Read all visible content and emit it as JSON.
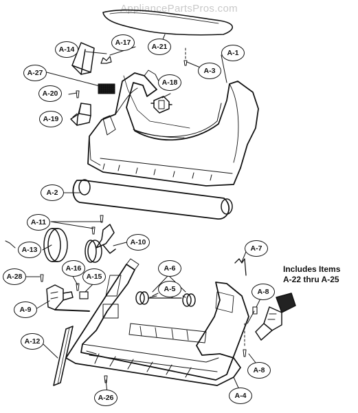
{
  "watermark": "AppliancePartsPros.com",
  "note": {
    "line1": "Includes Items",
    "line2": "A-22 thru A-25"
  },
  "callouts": {
    "a1": "A-1",
    "a2": "A-2",
    "a3": "A-3",
    "a4": "A-4",
    "a5": "A-5",
    "a6": "A-6",
    "a7": "A-7",
    "a8_upper": "A-8",
    "a8_lower": "A-8",
    "a9": "A-9",
    "a10": "A-10",
    "a11": "A-11",
    "a12": "A-12",
    "a13": "A-13",
    "a14": "A-14",
    "a15": "A-15",
    "a16": "A-16",
    "a17": "A-17",
    "a18": "A-18",
    "a19": "A-19",
    "a20": "A-20",
    "a21": "A-21",
    "a26": "A-26",
    "a27": "A-27",
    "a28": "A-28"
  }
}
